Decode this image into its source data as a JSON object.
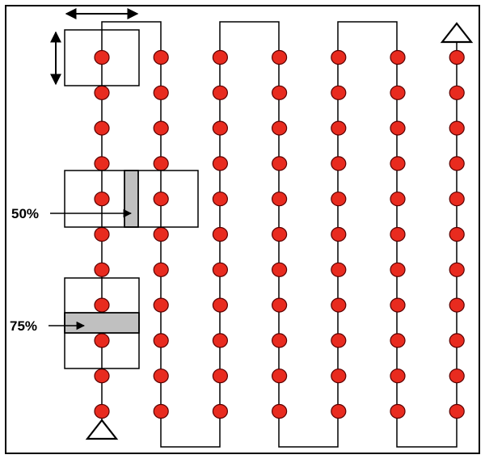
{
  "diagram": {
    "labels": {
      "overlap_side": "50%",
      "overlap_forward": "75%"
    },
    "grid": {
      "columns": 7,
      "rows": 11
    },
    "colors": {
      "waypoint_fill": "#e82b1f",
      "waypoint_stroke": "#5a0000",
      "overlap_shade": "#c0c0c0",
      "line": "#000000",
      "background": "#ffffff"
    },
    "icons": {
      "start_marker": "triangle-outline-icon",
      "end_marker": "triangle-outline-icon",
      "width_arrow": "double-arrow-horizontal-icon",
      "height_arrow": "double-arrow-vertical-icon"
    }
  }
}
